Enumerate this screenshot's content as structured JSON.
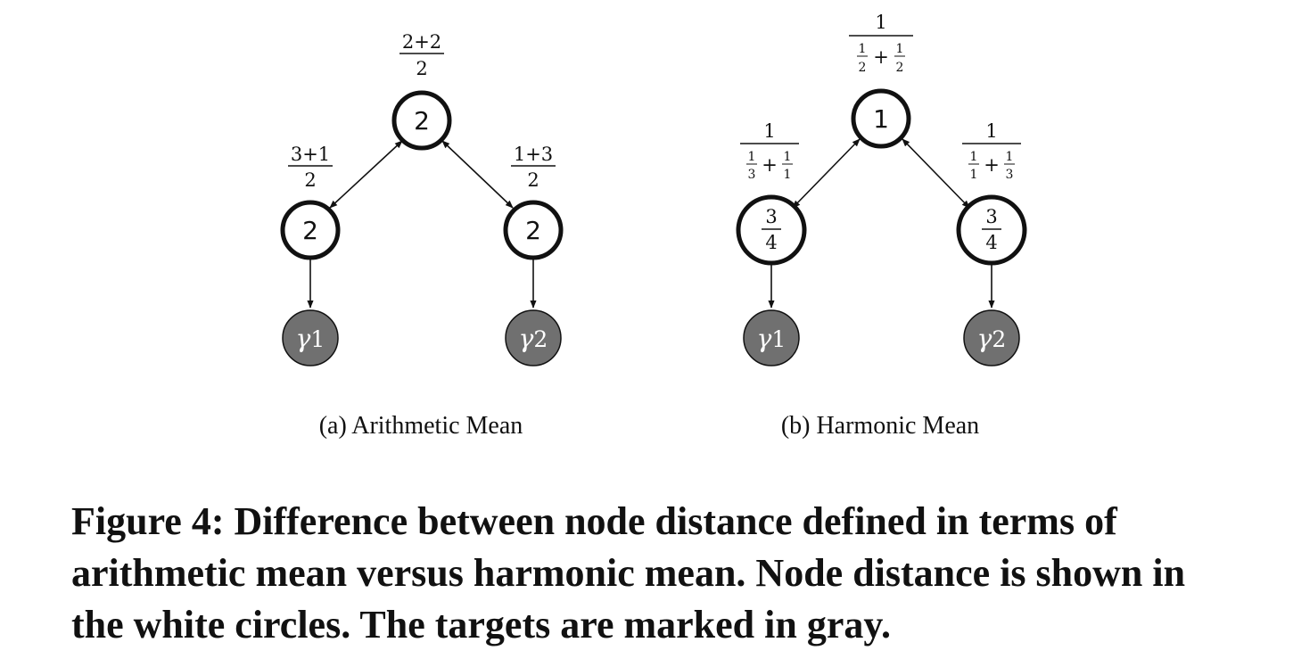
{
  "panel_a": {
    "subcaption": "(a) Arithmetic Mean",
    "top": {
      "value": "2",
      "label_num": "2+2",
      "label_den": "2"
    },
    "left": {
      "value": "2",
      "label_num": "3+1",
      "label_den": "2"
    },
    "right": {
      "value": "2",
      "label_num": "1+3",
      "label_den": "2"
    },
    "target_left": {
      "symbol": "γ",
      "sub": "1"
    },
    "target_right": {
      "symbol": "γ",
      "sub": "2"
    }
  },
  "panel_b": {
    "subcaption": "(b) Harmonic Mean",
    "top": {
      "value": "1",
      "label_num": "1",
      "t1_num": "1",
      "t1_den": "2",
      "t2_num": "1",
      "t2_den": "2"
    },
    "left": {
      "value_num": "3",
      "value_den": "4",
      "label_num": "1",
      "t1_num": "1",
      "t1_den": "3",
      "t2_num": "1",
      "t2_den": "1"
    },
    "right": {
      "value_num": "3",
      "value_den": "4",
      "label_num": "1",
      "t1_num": "1",
      "t1_den": "1",
      "t2_num": "1",
      "t2_den": "3"
    },
    "target_left": {
      "symbol": "γ",
      "sub": "1"
    },
    "target_right": {
      "symbol": "γ",
      "sub": "2"
    },
    "plus": "+"
  },
  "colors": {
    "target_fill": "#707070",
    "stroke": "#111111"
  },
  "caption": "Figure 4: Difference between node distance defined in terms of arithmetic mean versus harmonic mean. Node distance is shown in the white circles. The targets are marked in gray."
}
